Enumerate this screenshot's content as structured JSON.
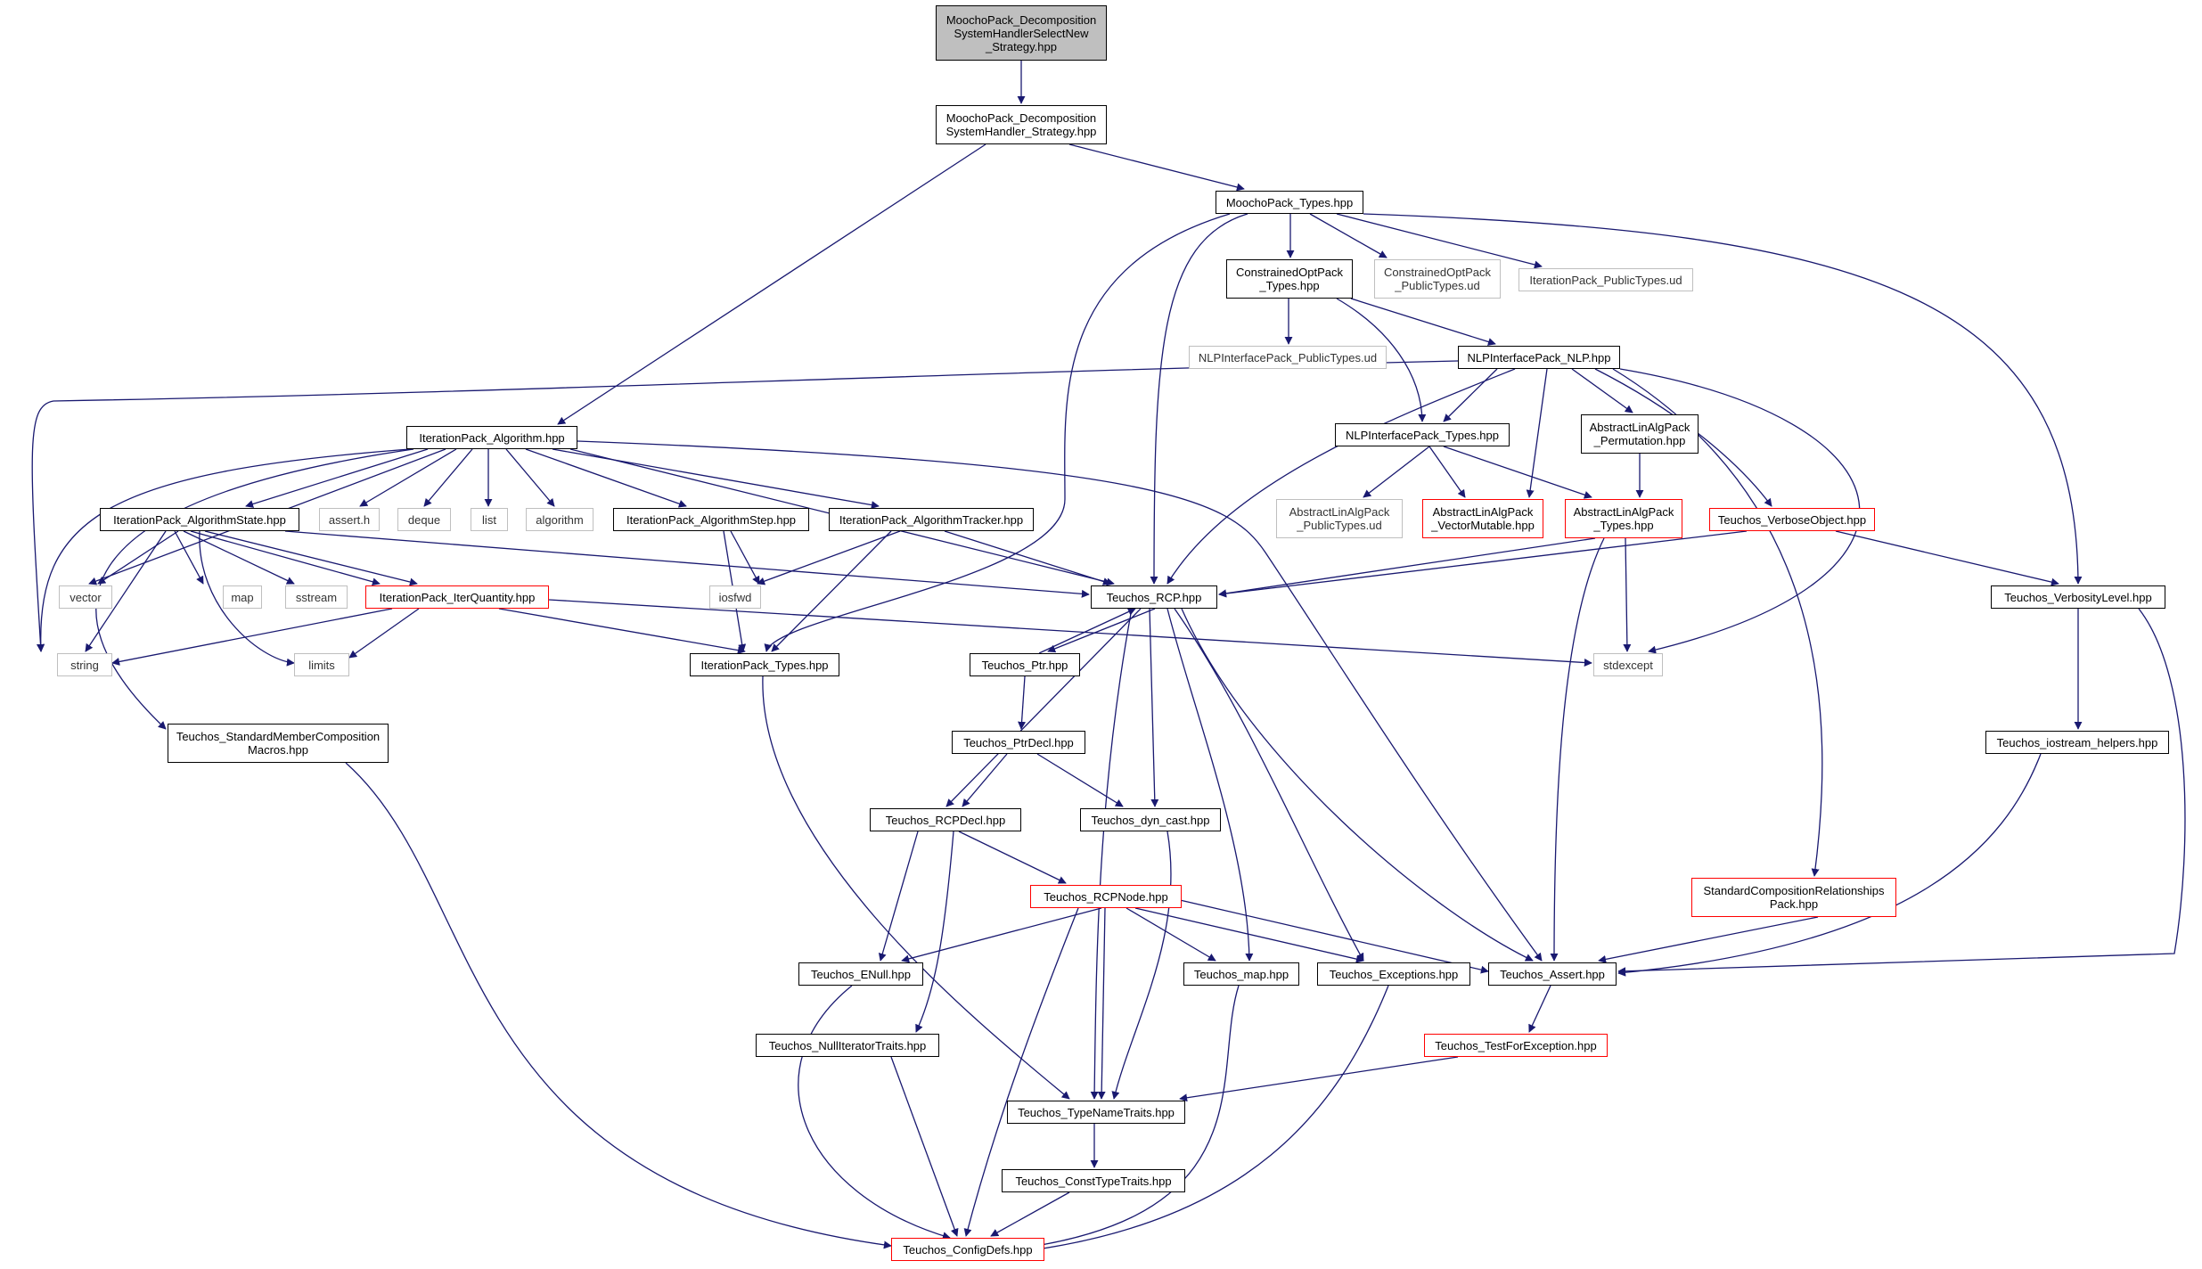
{
  "colors": {
    "edge": "#191970",
    "normal_border": "#000000",
    "external_border": "#bfbfbf",
    "incomplete_border": "#ff0000",
    "root_fill": "#bfbfbf"
  },
  "nodes": {
    "select_new": "MoochoPack_Decomposition\nSystemHandlerSelectNew\n_Strategy.hpp",
    "handler_strategy": "MoochoPack_Decomposition\nSystemHandler_Strategy.hpp",
    "moocho_types": "MoochoPack_Types.hpp",
    "copt_types": "ConstrainedOptPack\n_Types.hpp",
    "copt_public": "ConstrainedOptPack\n_PublicTypes.ud",
    "iter_public": "IterationPack_PublicTypes.ud",
    "nlp_public": "NLPInterfacePack_PublicTypes.ud",
    "nlp_nlp": "NLPInterfacePack_NLP.hpp",
    "ip_algorithm": "IterationPack_Algorithm.hpp",
    "nlp_types": "NLPInterfacePack_Types.hpp",
    "ala_permutation": "AbstractLinAlgPack\n_Permutation.hpp",
    "ip_algstate": "IterationPack_AlgorithmState.hpp",
    "assert_h": "assert.h",
    "deque": "deque",
    "list": "list",
    "algorithm": "algorithm",
    "ip_algstep": "IterationPack_AlgorithmStep.hpp",
    "ip_algtracker": "IterationPack_AlgorithmTracker.hpp",
    "ala_public": "AbstractLinAlgPack\n_PublicTypes.ud",
    "ala_vecmut": "AbstractLinAlgPack\n_VectorMutable.hpp",
    "ala_types": "AbstractLinAlgPack\n_Types.hpp",
    "verbose_object": "Teuchos_VerboseObject.hpp",
    "vector": "vector",
    "map": "map",
    "sstream": "sstream",
    "iter_quantity": "IterationPack_IterQuantity.hpp",
    "iosfwd": "iosfwd",
    "rcp": "Teuchos_RCP.hpp",
    "verbosity_level": "Teuchos_VerbosityLevel.hpp",
    "string": "string",
    "limits": "limits",
    "ip_types": "IterationPack_Types.hpp",
    "ptr": "Teuchos_Ptr.hpp",
    "stdexcept": "stdexcept",
    "std_member": "Teuchos_StandardMemberComposition\nMacros.hpp",
    "ptrdecl": "Teuchos_PtrDecl.hpp",
    "iostream_helpers": "Teuchos_iostream_helpers.hpp",
    "rcpdecl": "Teuchos_RCPDecl.hpp",
    "dyn_cast": "Teuchos_dyn_cast.hpp",
    "rcpnode": "Teuchos_RCPNode.hpp",
    "std_comp": "StandardCompositionRelationships\nPack.hpp",
    "enull": "Teuchos_ENull.hpp",
    "map_hpp": "Teuchos_map.hpp",
    "exceptions": "Teuchos_Exceptions.hpp",
    "t_assert": "Teuchos_Assert.hpp",
    "null_iter": "Teuchos_NullIteratorTraits.hpp",
    "test_for_exc": "Teuchos_TestForException.hpp",
    "type_name": "Teuchos_TypeNameTraits.hpp",
    "const_type": "Teuchos_ConstTypeTraits.hpp",
    "config_defs": "Teuchos_ConfigDefs.hpp"
  }
}
